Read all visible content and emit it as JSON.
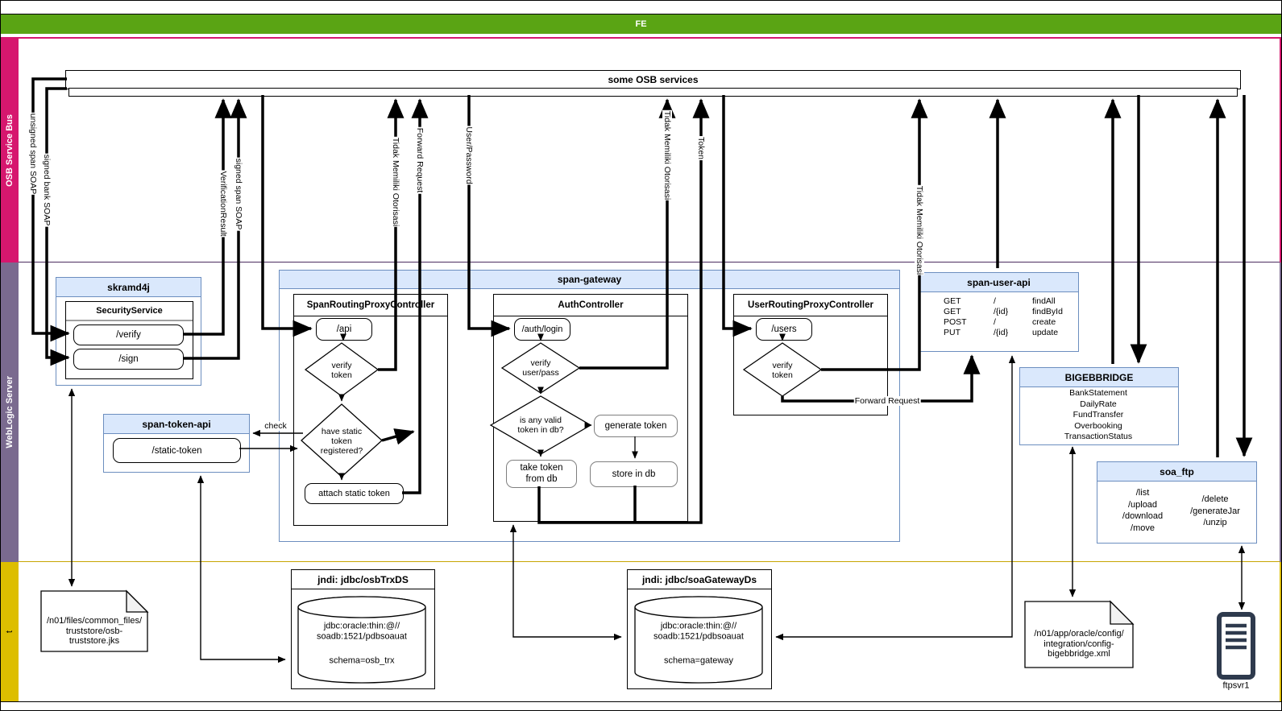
{
  "page": {
    "fe_label": "FE",
    "bands": {
      "osb": "OSB Service Bus",
      "weblogic": "WebLogic Server",
      "bottom": "t"
    }
  },
  "osb_bar": {
    "title": "some OSB services"
  },
  "skramd4j": {
    "title": "skramd4j",
    "service": "SecurityService",
    "verify": "/verify",
    "sign": "/sign"
  },
  "span_token_api": {
    "title": "span-token-api",
    "endpoint": "/static-token"
  },
  "span_gateway": {
    "title": "span-gateway",
    "span_routing": {
      "title": "SpanRoutingProxyController",
      "endpoint": "/api",
      "d1": "verify\ntoken",
      "d2": "have static\ntoken\nregistered?",
      "action": "attach static token"
    },
    "auth": {
      "title": "AuthController",
      "endpoint": "/auth/login",
      "d1": "verify\nuser/pass",
      "d2": "is any valid\ntoken in db?",
      "generate": "generate token",
      "take": "take token\nfrom db",
      "store": "store in db"
    },
    "user_routing": {
      "title": "UserRoutingProxyController",
      "endpoint": "/users",
      "d1": "verify\ntoken"
    }
  },
  "span_user_api": {
    "title": "span-user-api",
    "rows": [
      {
        "method": "GET",
        "path": "/",
        "op": "findAll"
      },
      {
        "method": "GET",
        "path": "/{id}",
        "op": "findById"
      },
      {
        "method": "POST",
        "path": "/",
        "op": "create"
      },
      {
        "method": "PUT",
        "path": "/{id}",
        "op": "update"
      }
    ]
  },
  "bigebbridge": {
    "title": "BIGEBBRIDGE",
    "items": [
      "BankStatement",
      "DailyRate",
      "FundTransfer",
      "Overbooking",
      "TransactionStatus"
    ]
  },
  "soa_ftp": {
    "title": "soa_ftp",
    "col1": "/list\n/upload\n/download\n/move",
    "col2": "/delete\n/generateJar\n/unzip"
  },
  "db_osb": {
    "title": "jndi: jdbc/osbTrxDS",
    "conn": "jdbc:oracle:thin:@//\nsoadb:1521/pdbsoauat",
    "schema": "schema=osb_trx"
  },
  "db_gateway": {
    "title": "jndi: jdbc/soaGatewayDs",
    "conn": "jdbc:oracle:thin:@//\nsoadb:1521/pdbsoauat",
    "schema": "schema=gateway"
  },
  "files": {
    "truststore": "/n01/files/common_files/\ntruststore/osb-\ntruststore.jks",
    "bigebbridge_config": "/n01/app/oracle/config/\nintegration/config-\nbigebbridge.xml"
  },
  "server": {
    "name": "ftpsvr1"
  },
  "edge_labels": {
    "unsigned_span_soap": "unsigned span SOAP",
    "signed_bank_soap": "signed bank SOAP",
    "verification_result": "VerificationResult",
    "signed_span_soap": "signed span SOAP",
    "tidak": "Tidak Memiliki Otorisasi",
    "forward_request": "Forward Request",
    "user_password": "User/Password",
    "token": "Token",
    "check": "check"
  },
  "colors": {
    "fe_green": "#5AA414",
    "osb_pink": "#D6176E",
    "weblogic_purple": "#7A6A8F",
    "bottom_yellow": "#DDBE00",
    "container_fill": "#DAE8FC",
    "container_border": "#6C8EBF",
    "server_icon": "#2E3A4D"
  }
}
